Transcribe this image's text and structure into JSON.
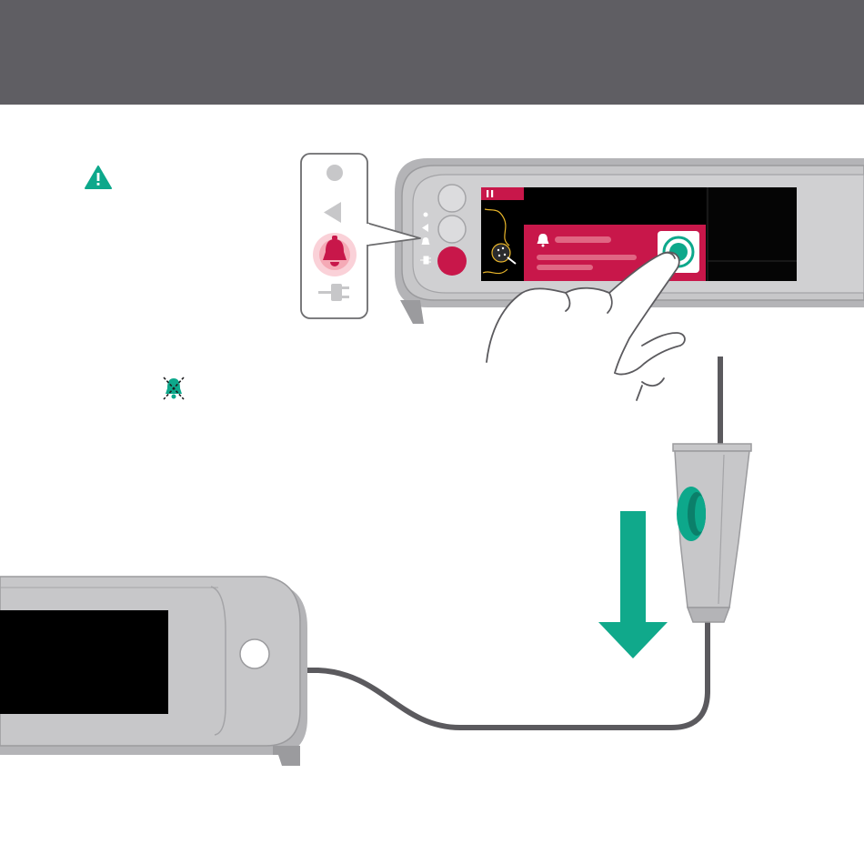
{
  "colors": {
    "header": "#5f5e63",
    "device_body": "#c7c7c9",
    "device_outline": "#9b9b9e",
    "screen": "#000000",
    "alarm_red": "#c8174a",
    "alarm_glow": "#f07a8f",
    "teal": "#0da88b",
    "arrow_green": "#10a98b",
    "cable": "#5b5a5e",
    "callout_stroke": "#6c6c6e",
    "hand_fill": "#ffffff",
    "hand_stroke": "#5b5a5e",
    "sensor_yellow": "#e8b52a"
  },
  "icons": {
    "warning": "warning-triangle-icon",
    "mute": "muted-alarm-icon",
    "alarm_bell": "alarm-bell-icon",
    "pause": "pause-icon",
    "power_plug": "power-plug-icon",
    "play": "play-icon",
    "down_arrow": "down-arrow-icon",
    "confirm": "confirm-button-icon"
  },
  "device_leds": [
    "status-dot",
    "play",
    "alarm-bell",
    "power-plug"
  ]
}
